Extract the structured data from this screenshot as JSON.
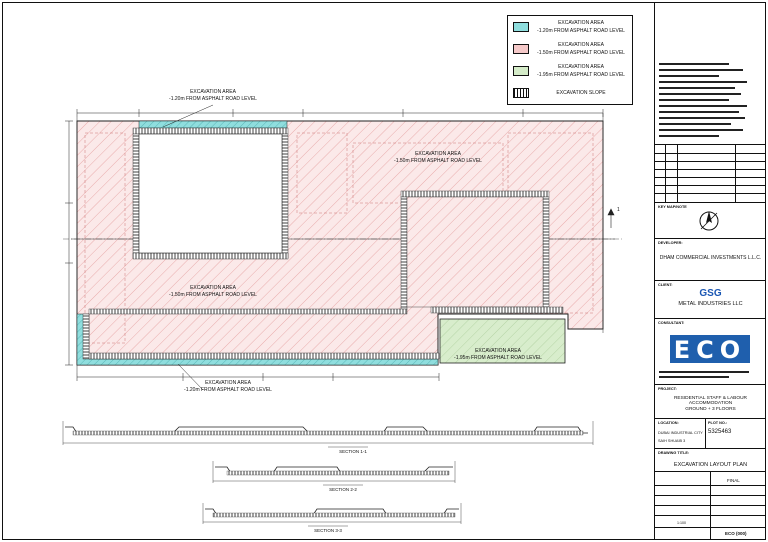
{
  "legend": {
    "items": [
      {
        "label1": "EXCAVATION AREA",
        "label2": "-1.20m FROM ASPHALT ROAD LEVEL",
        "color": "#7fd6d6"
      },
      {
        "label1": "EXCAVATION AREA",
        "label2": "-1.50m FROM ASPHALT ROAD LEVEL",
        "color": "#f2b8b8"
      },
      {
        "label1": "EXCAVATION AREA",
        "label2": "-1.95m FROM ASPHALT ROAD LEVEL",
        "color": "#cfe8c4"
      },
      {
        "label1": "EXCAVATION SLOPE",
        "label2": "",
        "color": "#ffffff"
      }
    ]
  },
  "annotations": {
    "top_label1": "EXCAVATION AREA",
    "top_label2": "-1.20m FROM ASPHALT ROAD LEVEL",
    "mid_label1": "EXCAVATION AREA",
    "mid_label2": "-1.50m FROM ASPHALT ROAD LEVEL",
    "center_label1": "EXCAVATION AREA",
    "center_label2": "-1.50m FROM ASPHALT ROAD LEVEL",
    "green_label1": "EXCAVATION AREA",
    "green_label2": "-1.95m FROM ASPHALT ROAD LEVEL",
    "bottom_label1": "EXCAVATION AREA",
    "bottom_label2": "-1.20m FROM ASPHALT ROAD LEVEL",
    "section_marker": "1"
  },
  "sections": {
    "s1": "SECTION 1-1",
    "s2": "SECTION 2-2",
    "s3": "SECTION 3-3"
  },
  "colors": {
    "red_hatch": "#e9a3a3",
    "red_fill": "#fbe6e6",
    "cyan": "#8fdede",
    "green": "#d5ecc9",
    "line": "#222222"
  },
  "title_block": {
    "key_plan": "KEY MAP/NOTE",
    "client_head": "DEVELOPER:",
    "client_name": "DHAM COMMERCIAL INVESTMENTS L.L.C.",
    "contractor_head": "CLIENT:",
    "gsg_logo": "GSG",
    "contractor_name": "METAL INDUSTRIES LLC",
    "consultant_head": "CONSULTANT:",
    "eco_logo": "ECO",
    "project_head": "PROJECT:",
    "project_name": "RESIDENTIAL STAFF & LABOUR ACCOMMODATION",
    "project_sub": "GROUND + 3 FLOORS",
    "location_head": "LOCATION:",
    "location1": "DUBAI INDUSTRIAL CITY",
    "location2": "SAIH SHUAIB 3",
    "plot_head": "PLOT NO.:",
    "plot_no": "5325463",
    "drawing_title_head": "DRAWING TITLE:",
    "drawing_title": "EXCAVATION LAYOUT PLAN",
    "stage_value": "FINAL",
    "scale_value": "1:100",
    "dwg_no": "ECO (000)"
  }
}
